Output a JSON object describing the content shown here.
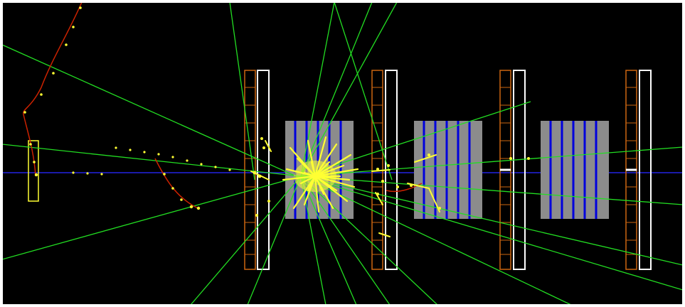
{
  "scene": {
    "background": "#000000",
    "frame": "#ffffff",
    "colors": {
      "beam": "#1a1aaa",
      "track": "#22dd22",
      "hit": "#ffff33",
      "charged_curve": "#cc2200",
      "plane_frame": "#cc6611",
      "plane_outline": "#ffffff",
      "module_fill": "#8c8c8c",
      "module_line": "#0000dd"
    },
    "objects": [
      {
        "kind": "beam-line",
        "icon": "beam-line"
      },
      {
        "kind": "tracker-plane",
        "count": 4
      },
      {
        "kind": "detector-module",
        "count": 3
      },
      {
        "kind": "interaction-vertex",
        "icon": "particle-shower"
      },
      {
        "kind": "particle-tracks",
        "icon": "track-lines"
      }
    ]
  }
}
